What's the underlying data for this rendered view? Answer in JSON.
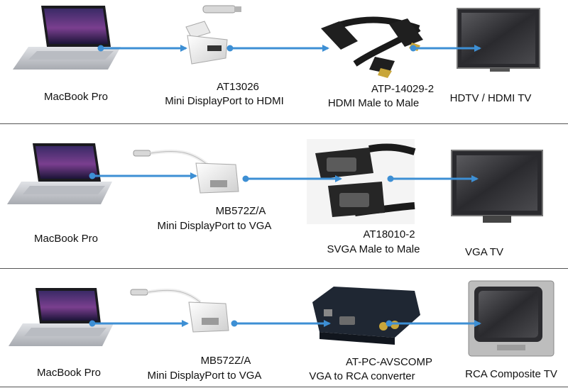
{
  "colors": {
    "connector": "#3d8fd4",
    "laptop_body": "#c9ccd1",
    "screen_bezel": "#1b1b1f",
    "adapter": "#f2f2f2",
    "cable": "#1a1a1a",
    "divider": "#555555"
  },
  "rows": [
    {
      "devices": {
        "source": "MacBook Pro",
        "adapter_model": "AT13026",
        "adapter_desc": "Mini DisplayPort to HDMI",
        "cable_model": "ATP-14029-2",
        "cable_desc": "HDMI Male to Male",
        "display": "HDTV / HDMI TV"
      }
    },
    {
      "devices": {
        "source": "MacBook Pro",
        "adapter_model": "MB572Z/A",
        "adapter_desc": "Mini DisplayPort to VGA",
        "cable_model": "AT18010-2",
        "cable_desc": "SVGA Male to Male",
        "display": "VGA TV"
      }
    },
    {
      "devices": {
        "source": "MacBook Pro",
        "adapter_model": "MB572Z/A",
        "adapter_desc": "Mini DisplayPort to VGA",
        "cable_model": "AT-PC-AVSCOMP",
        "cable_desc": "VGA to RCA converter",
        "display": "RCA Composite TV"
      }
    }
  ]
}
